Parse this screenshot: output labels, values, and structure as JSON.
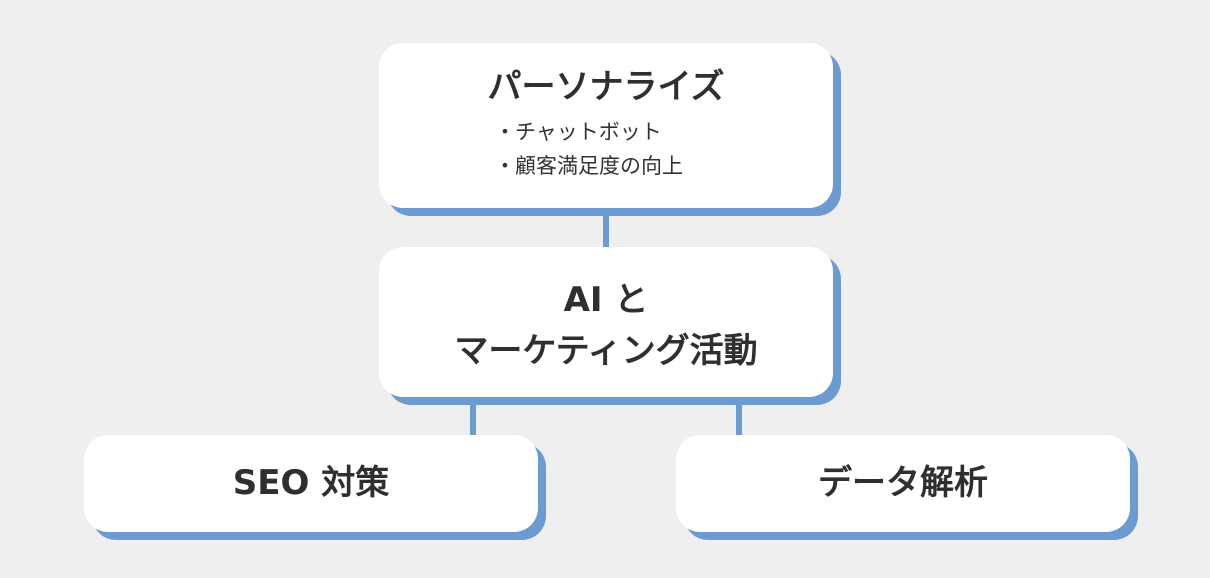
{
  "diagram": {
    "top_box": {
      "title": "パーソナライズ",
      "items": [
        "チャットボット",
        "顧客満足度の向上"
      ]
    },
    "center_box": {
      "line1": "AI と",
      "line2": "マーケティング活動"
    },
    "left_box": {
      "title": "SEO 対策"
    },
    "right_box": {
      "title": "データ解析"
    },
    "colors": {
      "background": "#efefef",
      "card": "#ffffff",
      "accent": "#6b9bd1",
      "text": "#2f2f2f"
    }
  }
}
